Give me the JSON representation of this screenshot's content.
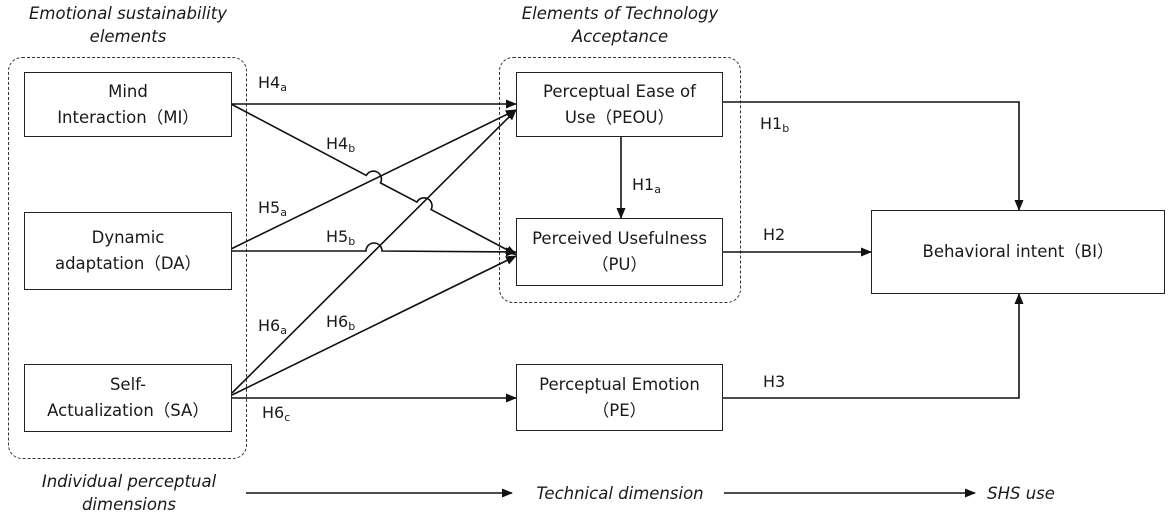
{
  "group_titles": {
    "emotional": "Emotional sustainability\nelements",
    "technology": "Elements of Technology\nAcceptance"
  },
  "nodes": {
    "mi": "Mind\nInteraction（MI）",
    "da": "Dynamic\nadaptation（DA）",
    "sa": "Self-\nActualization（SA）",
    "peou": "Perceptual Ease of\nUse（PEOU）",
    "pu": "Perceived Usefulness\n（PU）",
    "pe": "Perceptual Emotion\n（PE）",
    "bi": "Behavioral intent（BI）"
  },
  "hypotheses": {
    "h4a": {
      "main": "H4",
      "sub": "a"
    },
    "h4b": {
      "main": "H4",
      "sub": "b"
    },
    "h5a": {
      "main": "H5",
      "sub": "a"
    },
    "h5b": {
      "main": "H5",
      "sub": "b"
    },
    "h6a": {
      "main": "H6",
      "sub": "a"
    },
    "h6b": {
      "main": "H6",
      "sub": "b"
    },
    "h6c": {
      "main": "H6",
      "sub": "c"
    },
    "h1a": {
      "main": "H1",
      "sub": "a"
    },
    "h1b": {
      "main": "H1",
      "sub": "b"
    },
    "h2": {
      "main": "H2",
      "sub": ""
    },
    "h3": {
      "main": "H3",
      "sub": ""
    }
  },
  "dimensions": {
    "individual": "Individual perceptual\ndimensions",
    "technical": "Technical dimension",
    "shs": "SHS use"
  }
}
